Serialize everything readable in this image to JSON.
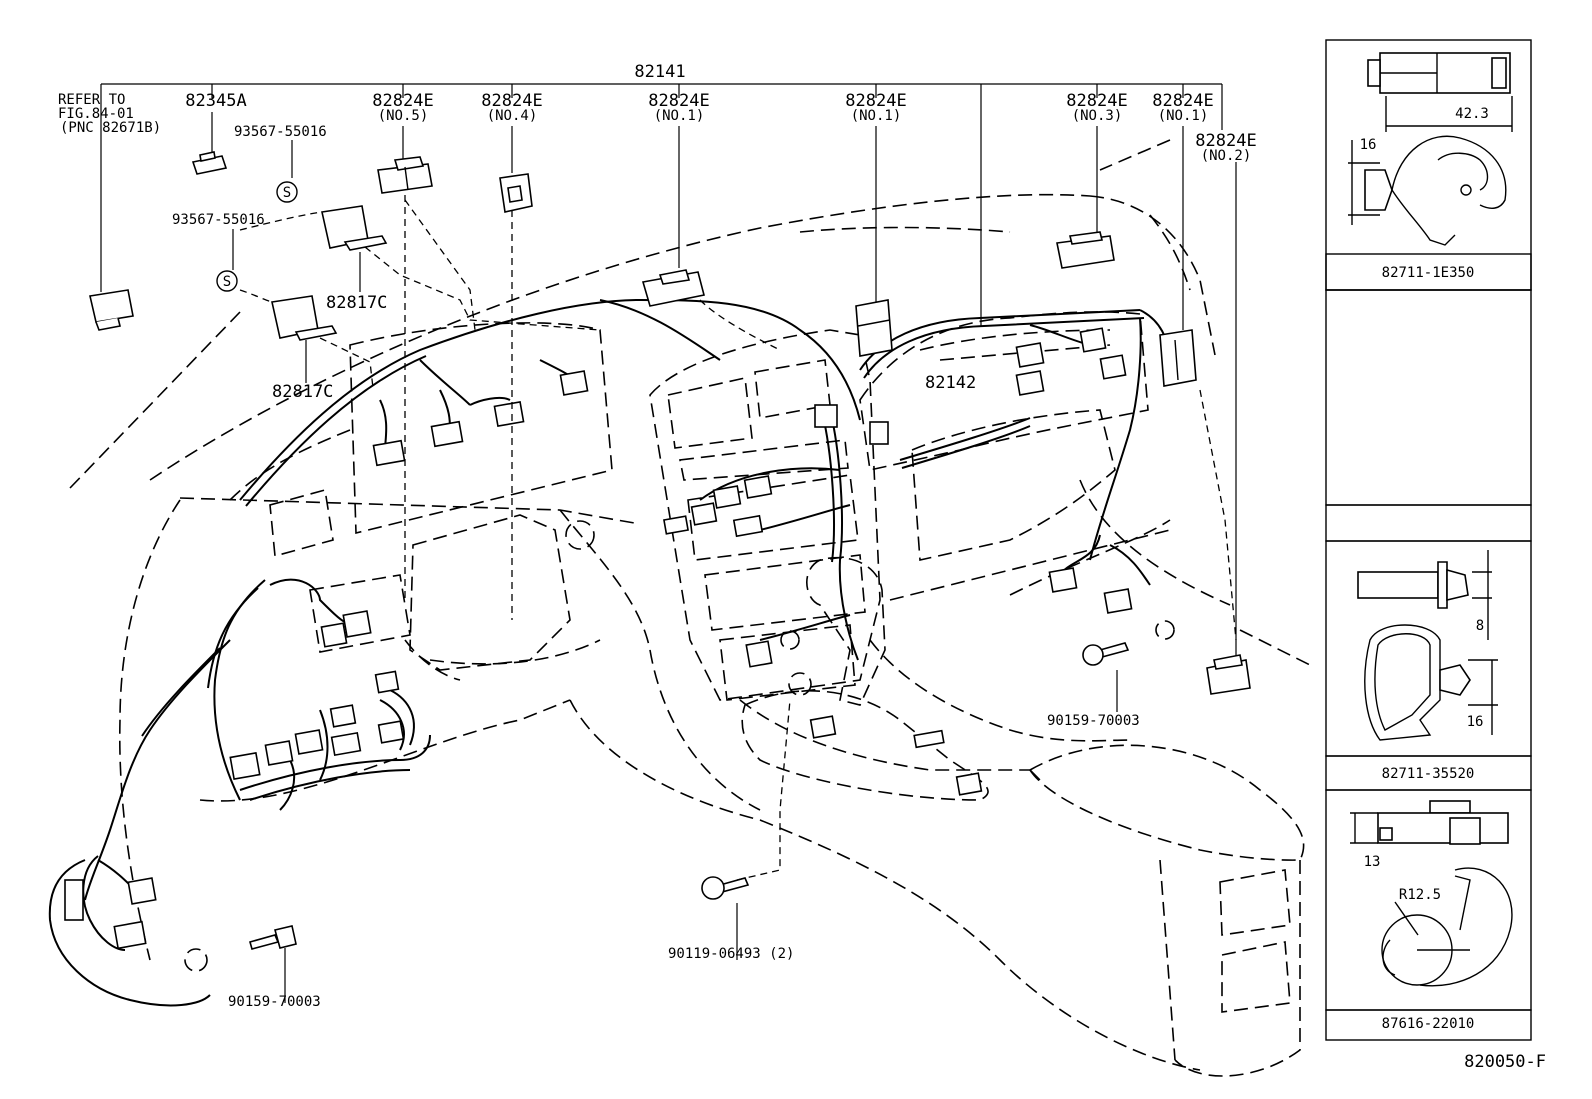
{
  "labels": {
    "harness_main": "82141",
    "harness_sub": "82142",
    "refer_line1": "REFER TO",
    "refer_line2": "FIG.84-01",
    "refer_line3": "(PNC 82671B)",
    "relay_82345a": "82345A",
    "screw_upper": "93567-55016",
    "screw_lower": "93567-55016",
    "clamp_upper": "82817C",
    "clamp_lower": "82817C",
    "bolt_left": "90159-70003",
    "bolt_center": "90119-06493 (2)",
    "bolt_right": "90159-70003",
    "screw_symbol": "S"
  },
  "junctions": [
    {
      "part": "82824E",
      "no": "(NO.5)"
    },
    {
      "part": "82824E",
      "no": "(NO.4)"
    },
    {
      "part": "82824E",
      "no": "(NO.1)"
    },
    {
      "part": "82824E",
      "no": "(NO.1)"
    },
    {
      "part": "82824E",
      "no": "(NO.3)"
    },
    {
      "part": "82824E",
      "no": "(NO.1)"
    },
    {
      "part": "82824E",
      "no": "(NO.2)"
    }
  ],
  "side_panel": {
    "clip1": {
      "part": "82711-1E350",
      "dim_length": "42.3",
      "dim_height": "16"
    },
    "clip2": {
      "part": "82711-35520",
      "dim_a": "8",
      "dim_b": "16"
    },
    "clip3": {
      "part": "87616-22010",
      "dim_height": "13",
      "radius": "R12.5"
    }
  },
  "figure_code": "820050-F"
}
